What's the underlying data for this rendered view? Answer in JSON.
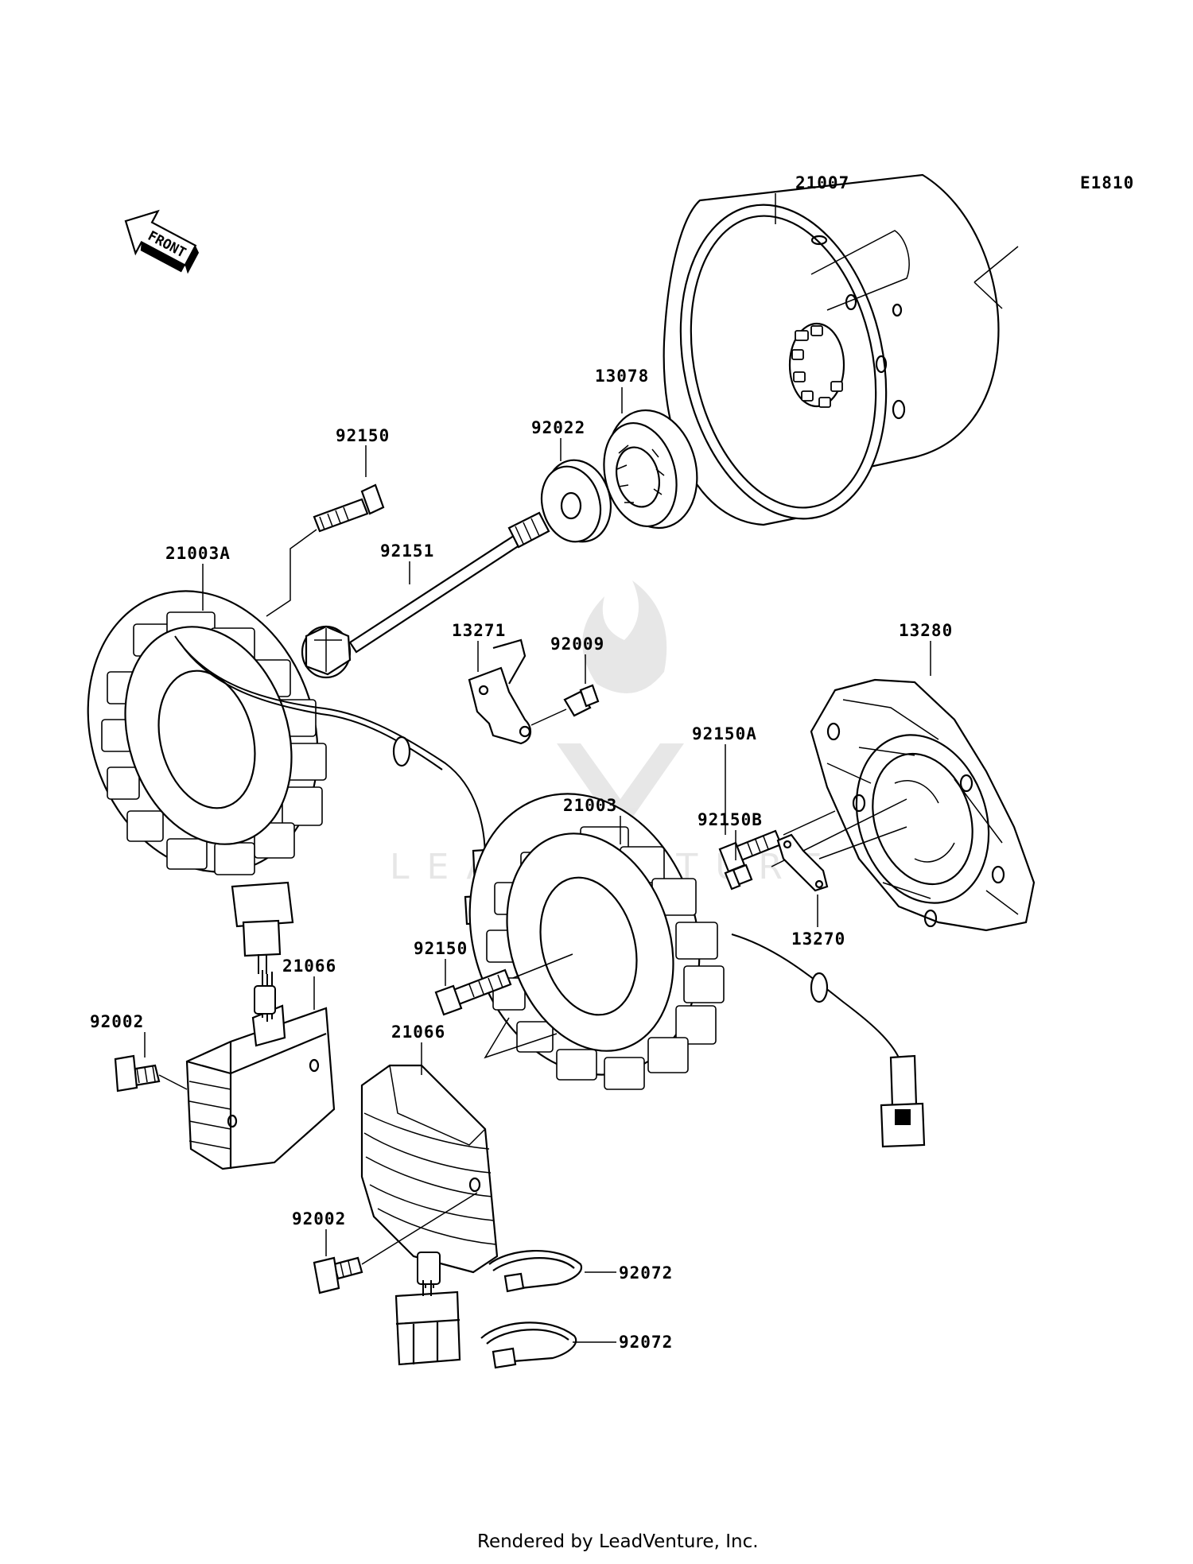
{
  "diagram": {
    "code": "E1810",
    "front_label": "FRONT",
    "watermark": "LEADVENTURE",
    "footer": "Rendered by LeadVenture, Inc.",
    "parts": [
      {
        "id": "rotor",
        "number": "21007"
      },
      {
        "id": "gear",
        "number": "13078"
      },
      {
        "id": "washer",
        "number": "92022"
      },
      {
        "id": "bolt-top",
        "number": "92150"
      },
      {
        "id": "stator-a",
        "number": "21003A"
      },
      {
        "id": "long-bolt",
        "number": "92151"
      },
      {
        "id": "bracket",
        "number": "13271"
      },
      {
        "id": "bracket-bolt",
        "number": "92009"
      },
      {
        "id": "cover",
        "number": "13280"
      },
      {
        "id": "bolt-150a",
        "number": "92150A"
      },
      {
        "id": "bolt-150b",
        "number": "92150B"
      },
      {
        "id": "stator",
        "number": "21003"
      },
      {
        "id": "plate",
        "number": "13270"
      },
      {
        "id": "bolt-mid",
        "number": "92150"
      },
      {
        "id": "regulator-left",
        "number": "21066"
      },
      {
        "id": "reg-bolt-left",
        "number": "92002"
      },
      {
        "id": "regulator-right",
        "number": "21066"
      },
      {
        "id": "reg-bolt-right",
        "number": "92002"
      },
      {
        "id": "clamp-top",
        "number": "92072"
      },
      {
        "id": "clamp-bottom",
        "number": "92072"
      }
    ]
  }
}
